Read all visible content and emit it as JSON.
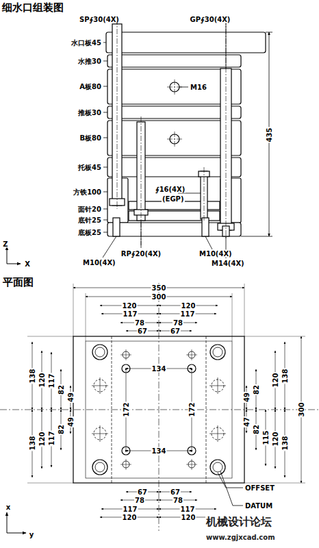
{
  "diagram": {
    "title": "细水口组装图",
    "labels": [
      "SP∮30(4X)",
      "GP∮30(4X)",
      "水口板45",
      "水推30",
      "A板80",
      "推板30",
      "B板80",
      "托板45",
      "方铁100",
      "面针20",
      "底针25",
      "底板25",
      "M16",
      "435",
      "∮16(4X)",
      "(EGP)",
      "RP∮20(4X)",
      "M10(4X)",
      "M10(4X)",
      "M14(4X)",
      "Z",
      "X",
      "平面图",
      "350",
      "300",
      "120",
      "120",
      "117",
      "117",
      "78",
      "78",
      "67",
      "67",
      "134",
      "172",
      "172",
      "134",
      "67",
      "67",
      "78",
      "78",
      "117",
      "117",
      "120",
      "120",
      "138",
      "120",
      "117",
      "82",
      "49",
      "49",
      "82",
      "117",
      "120",
      "138",
      "49",
      "82",
      "120",
      "138",
      "47",
      "82",
      "115",
      "120",
      "138",
      "300",
      "OFFSET",
      "DATUM",
      "x",
      "y",
      "机械设计论坛",
      "www.zgjxcad.com"
    ]
  }
}
